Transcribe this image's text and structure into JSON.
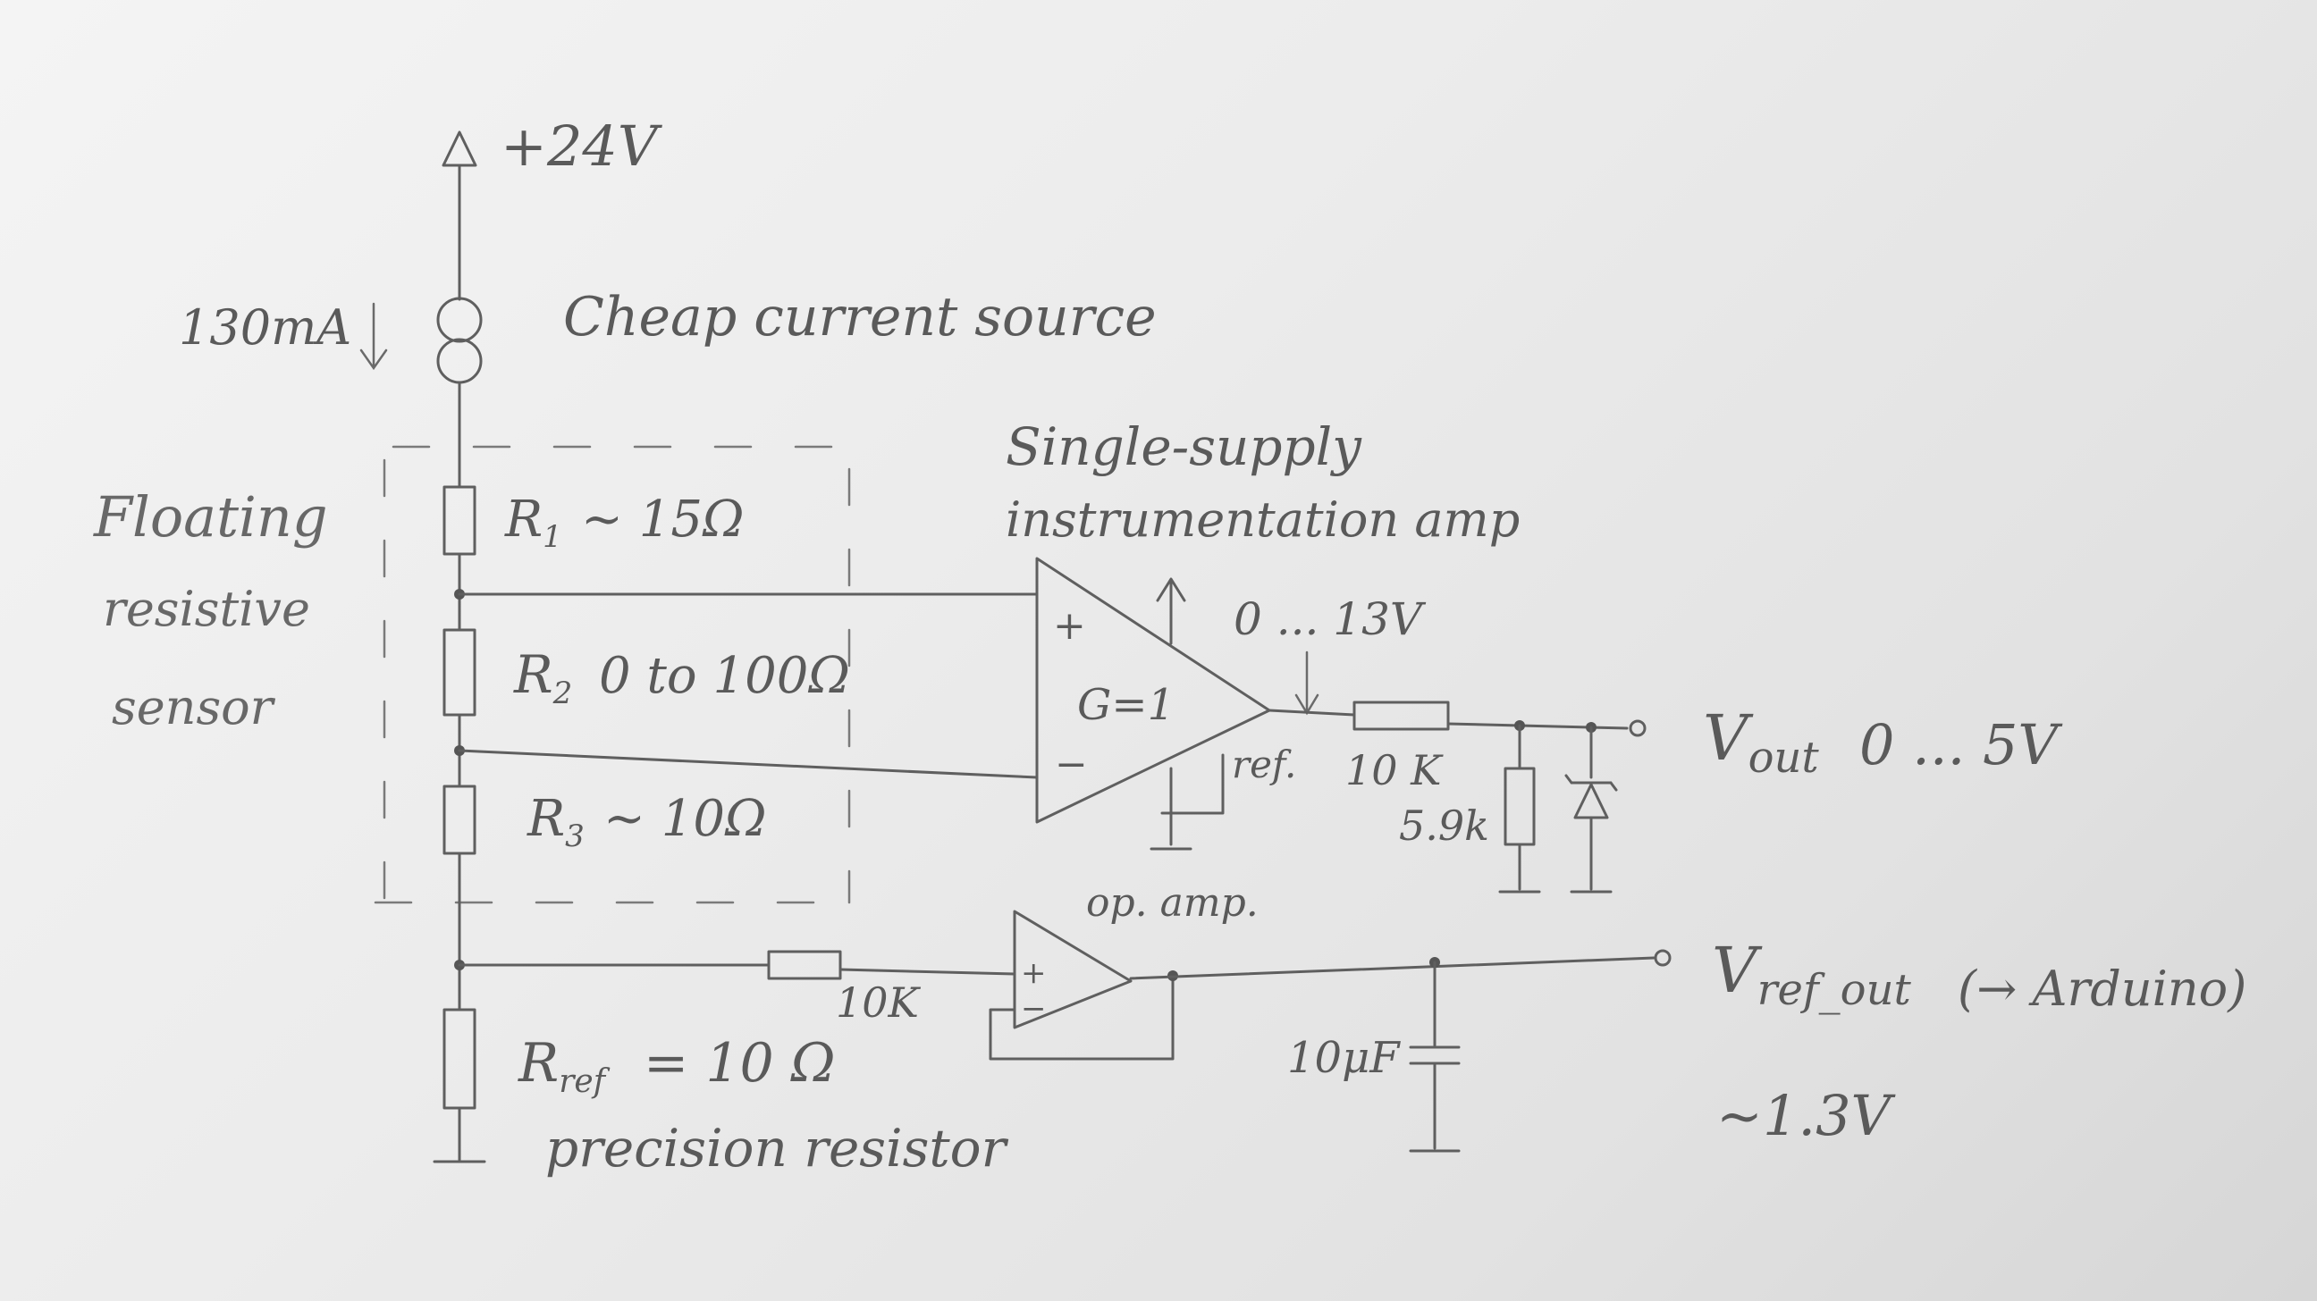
{
  "supply": {
    "label": "+24V"
  },
  "current_source": {
    "current": "130mA",
    "label": "Cheap current source"
  },
  "sensor": {
    "label_line1": "Floating",
    "label_line2": "resistive",
    "label_line3": "sensor"
  },
  "resistors": {
    "r1": {
      "name": "R",
      "sub": "1",
      "value": "~ 15Ω"
    },
    "r2": {
      "name": "R",
      "sub": "2",
      "value": "0 to 100Ω"
    },
    "r3": {
      "name": "R",
      "sub": "3",
      "value": "~ 10Ω"
    },
    "rref": {
      "name": "R",
      "sub": "ref",
      "value": "= 10 Ω",
      "note": "precision resistor"
    }
  },
  "instamp": {
    "label_line1": "Single-supply",
    "label_line2": "instrumentation amp",
    "plus": "+",
    "minus": "−",
    "gain": "G=1",
    "ref": "ref.",
    "output_range": "0 ... 13V"
  },
  "output_divider": {
    "r_top": "10 K",
    "r_bottom": "5.9k"
  },
  "vout": {
    "name": "V",
    "sub": "out",
    "range": "0 ... 5V"
  },
  "buffer": {
    "label": "op. amp.",
    "resistor": "10K",
    "plus": "+",
    "minus": "−"
  },
  "capacitor": {
    "value": "10μF"
  },
  "vref": {
    "name": "V",
    "sub": "ref_out",
    "note": "(→ Arduino)",
    "value": "~1.3V"
  }
}
